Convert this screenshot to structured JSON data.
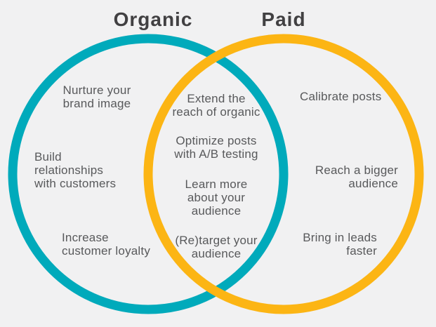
{
  "page": {
    "background": "#F1F1F2",
    "title_color": "#414042",
    "text_color": "#58595B"
  },
  "diagram": {
    "type": "venn",
    "left": {
      "title": "Organic",
      "color": "#00AABB",
      "items": [
        "Nurture your\nbrand image",
        "Build\nrelationships\nwith customers",
        "Increase\ncustomer loyalty"
      ]
    },
    "overlap": {
      "items": [
        "Extend the\nreach of organic",
        "Optimize posts\nwith A/B testing",
        "Learn more\nabout your\naudience",
        "(Re)target your\naudience"
      ]
    },
    "right": {
      "title": "Paid",
      "color": "#FCB514",
      "items": [
        "Calibrate posts",
        "Reach a bigger\naudience",
        "Bring in leads\nfaster"
      ]
    }
  }
}
